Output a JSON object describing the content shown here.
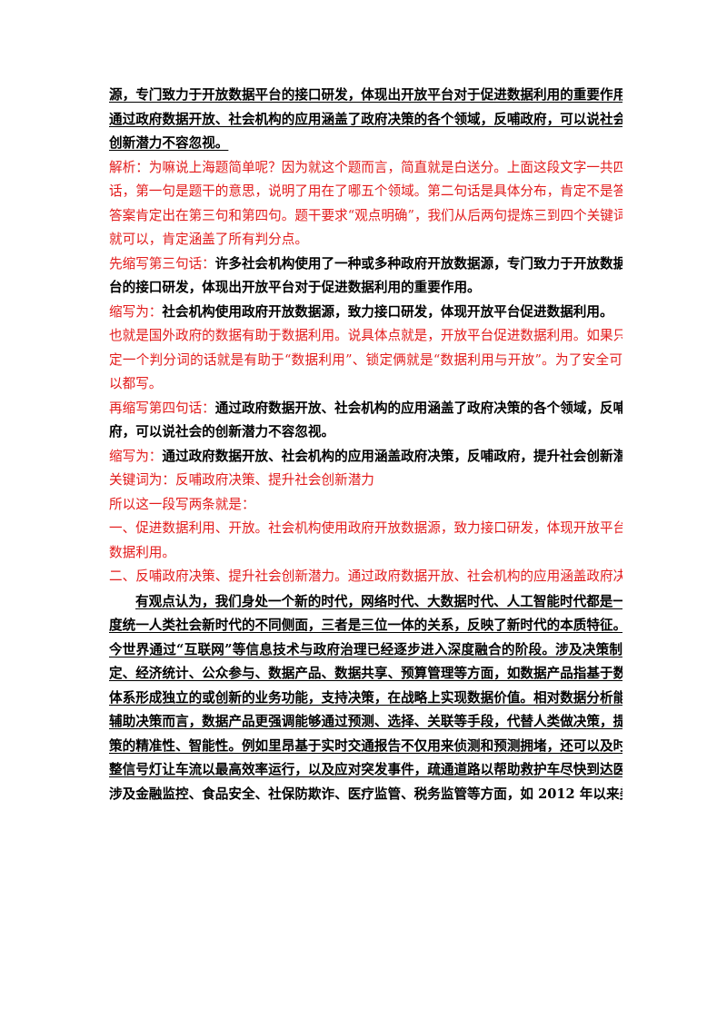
{
  "blocks": [
    {
      "kind": "quote",
      "lines": [
        "源，专门致力于开放数据平台的接口研发，体现出开放平台对于促进数据利用的重要作用。",
        "通过政府数据开放、社会机构的应用涵盖了政府决策的各个领域，反哺政府，可以说社会的",
        "创新潜力不容忽视。"
      ]
    },
    {
      "kind": "analysis",
      "lines": [
        "解析：为嘛说上海题简单呢？因为就这个题而言，简直就是白送分。上面这段文字一共四句",
        "话，第一句是题干的意思，说明了用在了哪五个领域。第二句话是具体分布，肯定不是答案。",
        "答案肯定出在第三句和第四句。题干要求“观点明确”，我们从后两句提炼三到四个关键词",
        "就可以，肯定涵盖了所有判分点。"
      ]
    },
    {
      "kind": "step3",
      "label": "先缩写第三句话：",
      "text1": "许多社会机构使用了一种或多种政府开放数据源，专门致力于开放数据平",
      "text2": "台的接口研发，体现出开放平台对于促进数据利用的重要作用。"
    },
    {
      "kind": "abbr1",
      "label": "缩写为：",
      "text": "社会机构使用政府开放数据源，致力接口研发，体现开放平台促进数据利用。"
    },
    {
      "kind": "explain1",
      "lines": [
        "也就是国外政府的数据有助于数据利用。说具体点就是，开放平台促进数据利用。如果只锁",
        "定一个判分词的话就是有助于“数据利用”、锁定俩就是“数据利用与开放”。为了安全可",
        "以都写。"
      ]
    },
    {
      "kind": "step4",
      "label": "再缩写第四句话：",
      "text1": "通过政府数据开放、社会机构的应用涵盖了政府决策的各个领域，反哺政",
      "text2": "府，可以说社会的创新潜力不容忽视。"
    },
    {
      "kind": "abbr2",
      "label": "缩写为：",
      "text": "通过政府数据开放、社会机构的应用涵盖政府决策，反哺政府，提升社会创新潜力。"
    },
    {
      "kind": "keywords",
      "text": "关键词为：反哺政府决策、提升社会创新潜力"
    },
    {
      "kind": "summary",
      "text": "所以这一段写两条就是："
    },
    {
      "kind": "point1",
      "lines": [
        "一、促进数据利用、开放。社会机构使用政府开放数据源，致力接口研发，体现开放平台促进",
        "数据利用。"
      ]
    },
    {
      "kind": "point2",
      "text": "二、反哺政府决策、提升社会创新潜力。通过政府数据开放、社会机构的应用涵盖政府决策。"
    },
    {
      "kind": "essay",
      "lines": [
        "有观点认为，我们身处一个新的时代，网络时代、大数据时代、人工智能时代都是一个高",
        "度统一人类社会新时代的不同侧面，三者是三位一体的关系，反映了新时代的本质特征。当",
        "今世界通过“互联网”等信息技术与政府治理已经逐步进入深度融合的阶段。涉及决策制",
        "定、经济统计、公众参与、数据产品、数据共享、预算管理等方面，如数据产品指基于数据运营",
        "体系形成独立的或创新的业务功能，支持决策，在战略上实现数据价值。相对数据分析能够",
        "辅助决策而言，数据产品更强调能够通过预测、选择、关联等手段，代替人类做决策，提高决",
        "策的精准性、智能性。例如里昂基于实时交通报告不仅用来侦测和预测拥堵，还可以及时调",
        "整信号灯让车流以最高效率运行，以及应对突发事件，疏通道路以帮助救护车尽快到达医院。",
        "涉及金融监控、食品安全、社保防欺诈、医疗监管、税务监管等方面，如 2012 年以来美国财政"
      ]
    }
  ]
}
